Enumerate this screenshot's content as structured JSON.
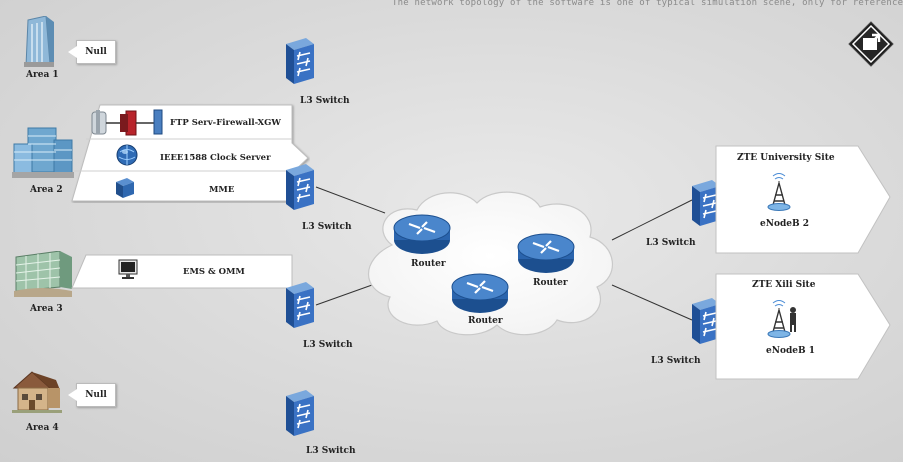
{
  "note": "The network topology of the software is one of typical simulation scene, only for reference",
  "areas": [
    {
      "label": "Area 1"
    },
    {
      "label": "Area 2"
    },
    {
      "label": "Area 3"
    },
    {
      "label": "Area 4"
    }
  ],
  "null_label": "Null",
  "area2_rows": [
    "FTP Serv-Firewall-XGW",
    "IEEE1588 Clock Server",
    "MME"
  ],
  "area3_row": "EMS & OMM",
  "switch_label": "L3 Switch",
  "router_label": "Router",
  "sites": [
    {
      "title": "ZTE University Site",
      "node": "eNodeB 2"
    },
    {
      "title": "ZTE Xili Site",
      "node": "eNodeB 1"
    }
  ]
}
